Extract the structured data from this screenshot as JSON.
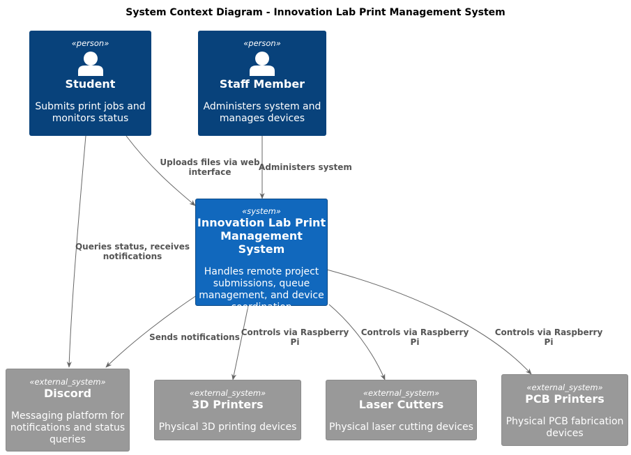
{
  "title": "System Context Diagram - Innovation Lab Print Management System",
  "nodes": {
    "student": {
      "stereotype": "«person»",
      "name": "Student",
      "desc1": "Submits print jobs and",
      "desc2": "monitors status"
    },
    "staff": {
      "stereotype": "«person»",
      "name": "Staff Member",
      "desc1": "Administers system and",
      "desc2": "manages devices"
    },
    "system": {
      "stereotype": "«system»",
      "name1": "Innovation Lab Print",
      "name2": "Management System",
      "desc1": "Handles remote project",
      "desc2": "submissions, queue",
      "desc3": "management, and device",
      "desc4": "coordination"
    },
    "discord": {
      "stereotype": "«external_system»",
      "name": "Discord",
      "desc1": "Messaging platform for",
      "desc2": "notifications and status",
      "desc3": "queries"
    },
    "printers3d": {
      "stereotype": "«external_system»",
      "name": "3D Printers",
      "desc1": "Physical 3D printing devices"
    },
    "laser": {
      "stereotype": "«external_system»",
      "name": "Laser Cutters",
      "desc1": "Physical laser cutting devices"
    },
    "pcb": {
      "stereotype": "«external_system»",
      "name": "PCB Printers",
      "desc1": "Physical PCB fabrication",
      "desc2": "devices"
    }
  },
  "edges": {
    "uploads": {
      "line1": "Uploads files via web",
      "line2": "interface"
    },
    "administers": {
      "line1": "Administers system"
    },
    "queries": {
      "line1": "Queries status, receives",
      "line2": "notifications"
    },
    "notifications": {
      "line1": "Sends notifications"
    },
    "ctrl3d": {
      "line1": "Controls via Raspberry",
      "line2": "Pi"
    },
    "ctrllaser": {
      "line1": "Controls via Raspberry",
      "line2": "Pi"
    },
    "ctrlpcb": {
      "line1": "Controls via Raspberry",
      "line2": "Pi"
    }
  },
  "colors": {
    "person": "#08427b",
    "system": "#1168bd",
    "external_system": "#999999",
    "edge": "#666666"
  },
  "icons": {
    "person": "person-icon"
  }
}
